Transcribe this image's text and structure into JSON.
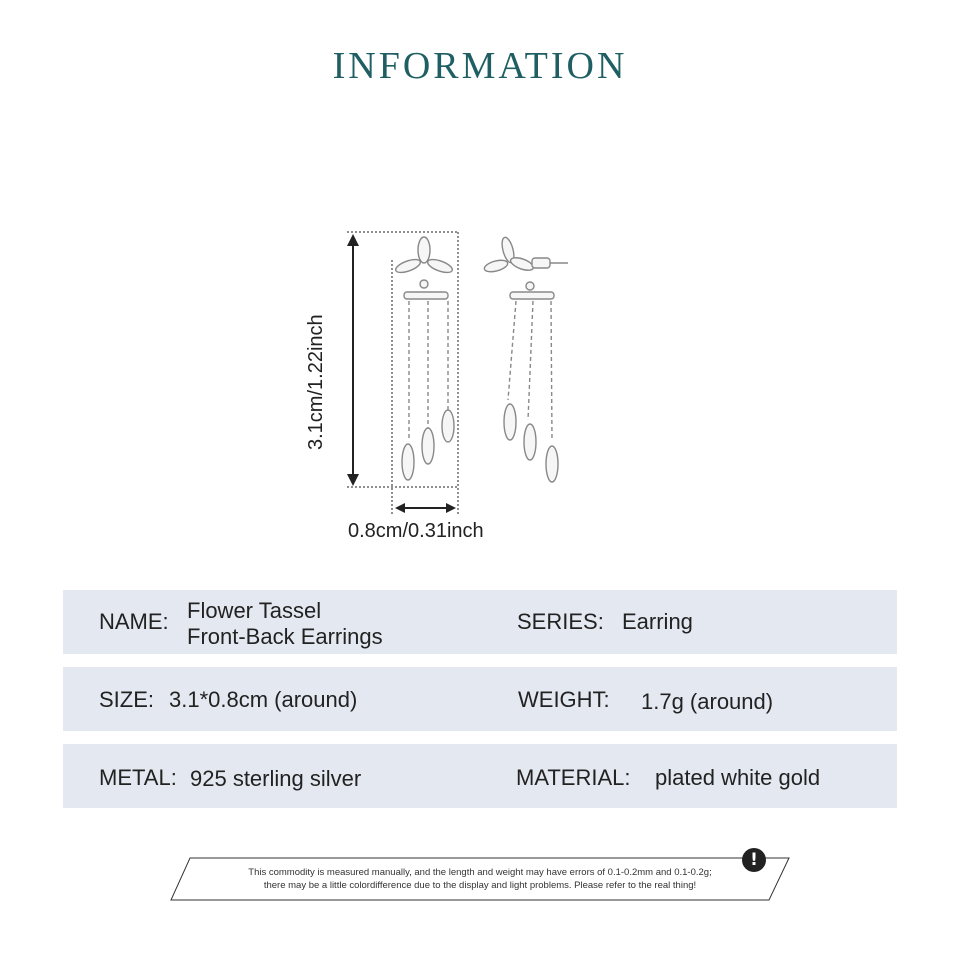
{
  "title": "INFORMATION",
  "dimensions": {
    "height": "3.1cm/1.22inch",
    "width": "0.8cm/0.31inch"
  },
  "specs": {
    "name_label": "NAME:",
    "name_line1": "Flower Tassel",
    "name_line2": "Front-Back Earrings",
    "series_label": "SERIES:",
    "series_value": "Earring",
    "size_label": "SIZE:",
    "size_value": "3.1*0.8cm (around)",
    "weight_label": "WEIGHT:",
    "weight_value": "1.7g (around)",
    "metal_label": "METAL:",
    "metal_value": "925 sterling silver",
    "material_label": "MATERIAL:",
    "material_value": "plated white gold"
  },
  "notice": {
    "line1": "This commodity is measured manually, and the length and weight may have errors of 0.1-0.2mm and 0.1-0.2g;",
    "line2": "there may be a little colordifference due to the display and light problems. Please refer to the real thing!",
    "icon": "exclamation-icon"
  },
  "colors": {
    "title": "#1f5f63",
    "row_background": "#e4e9f1"
  }
}
